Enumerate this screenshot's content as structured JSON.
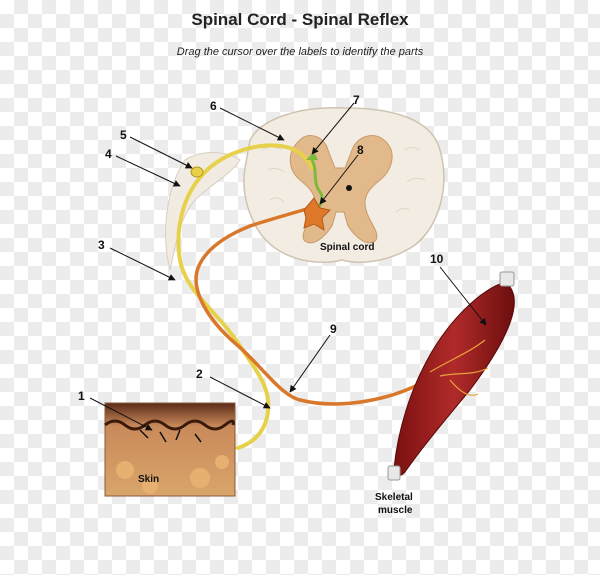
{
  "header": {
    "title": "Spinal Cord - Spinal Reflex",
    "subtitle": "Drag the cursor over the labels to identify the parts"
  },
  "labels": {
    "spinal_cord": "Spinal cord",
    "skin": "Skin",
    "skeletal_line1": "Skeletal",
    "skeletal_line2": "muscle"
  },
  "markers": [
    "1",
    "2",
    "3",
    "4",
    "5",
    "6",
    "7",
    "8",
    "9",
    "10"
  ],
  "colors": {
    "sensory_nerve": "#e8d14a",
    "motor_nerve": "#d9772a",
    "muscle": "#9b1c1c",
    "grey_matter": "#e2b98a",
    "white_matter": "#f3ece2"
  }
}
